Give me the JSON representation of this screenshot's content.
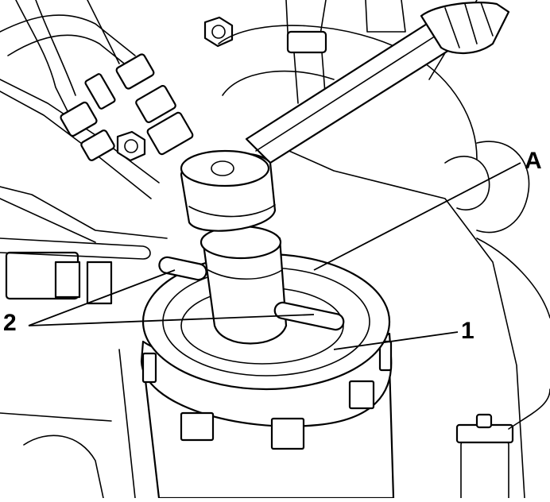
{
  "callouts": {
    "a": "A",
    "one": "1",
    "two": "2"
  },
  "colors": {
    "line": "#000000",
    "background": "#ffffff"
  }
}
